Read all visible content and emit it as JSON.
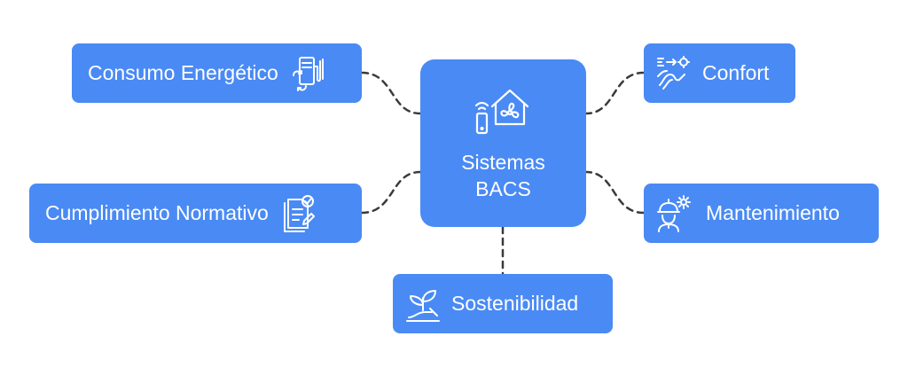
{
  "diagram": {
    "center": {
      "line1": "Sistemas",
      "line2": "BACS",
      "icon": "smart-home-icon"
    },
    "nodes": {
      "consumo": {
        "label": "Consumo Energético",
        "icon": "energy-meter-icon"
      },
      "cumplimiento": {
        "label": "Cumplimiento Normativo",
        "icon": "compliance-checklist-icon"
      },
      "confort": {
        "label": "Confort",
        "icon": "comfort-air-icon"
      },
      "mantenimiento": {
        "label": "Mantenimiento",
        "icon": "technician-gear-icon"
      },
      "sostenibilidad": {
        "label": "Sostenibilidad",
        "icon": "sprout-hand-icon"
      }
    },
    "colors": {
      "node_fill": "#4a8af4",
      "node_text": "#ffffff",
      "connector": "#3a3a3a",
      "background": "#ffffff"
    }
  }
}
